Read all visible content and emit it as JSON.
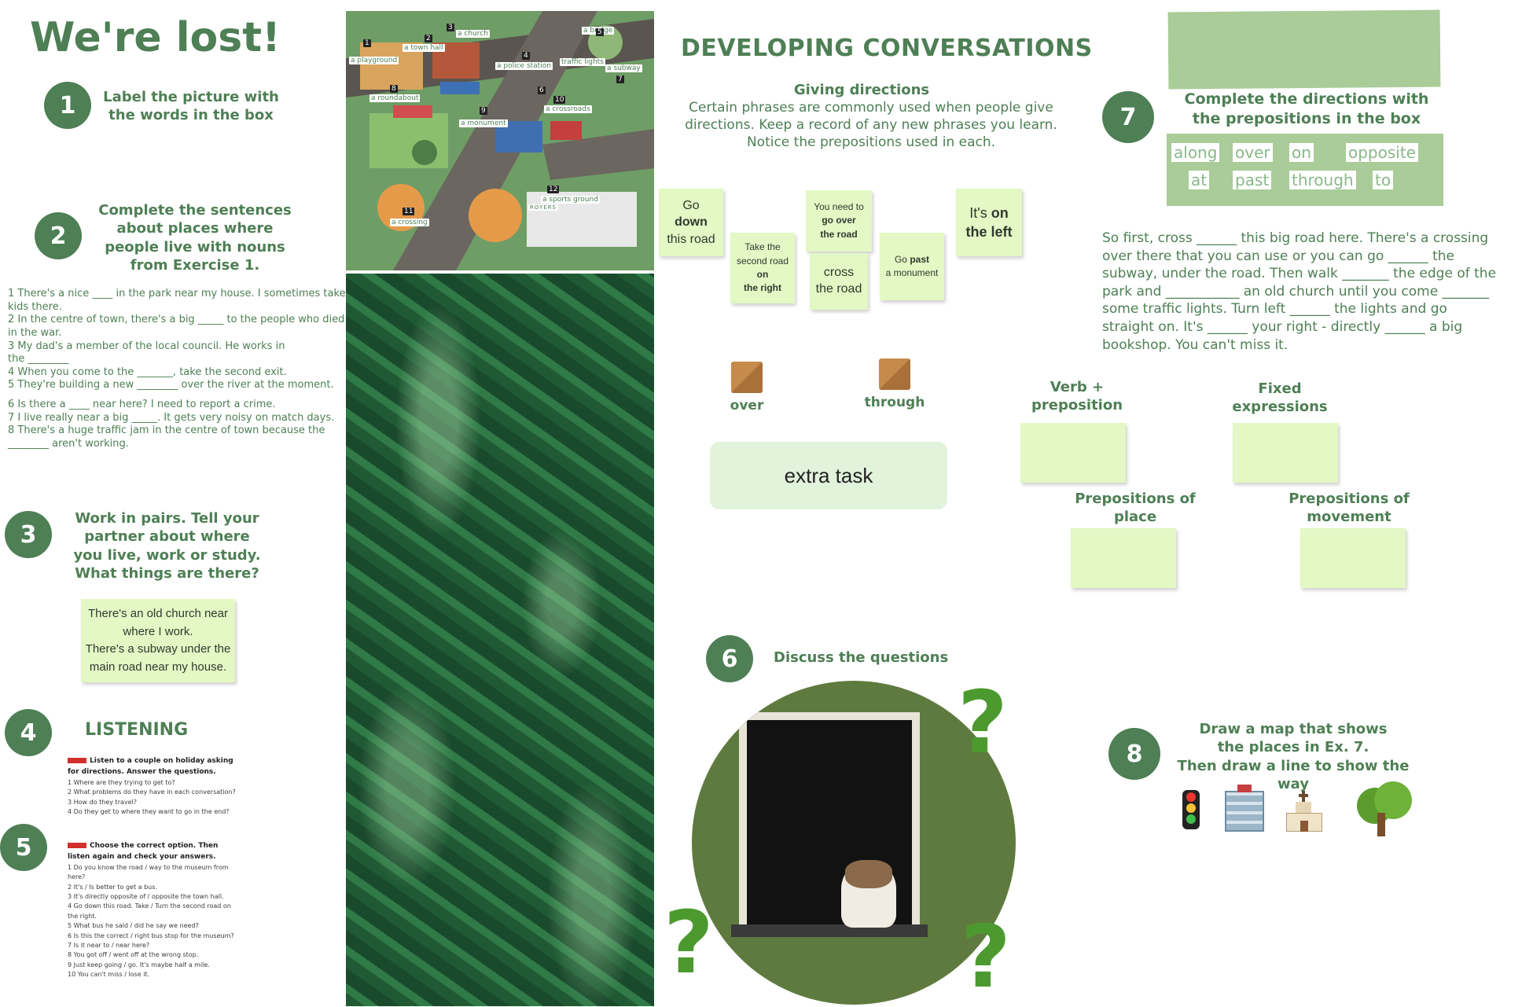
{
  "title": "We're lost!",
  "exercise1": {
    "num": "1",
    "text": "Label the picture with the words in the box"
  },
  "exercise2": {
    "num": "2",
    "text": "Complete the sentences about places where people live with nouns from Exercise 1.",
    "sentences": [
      "1 There's a nice ____ in the park near my house. I sometimes take kids there.",
      "2 In the centre of town, there's a big _____ to the people who died in the war.",
      "3 My dad's a member of the local council. He works in the ________",
      "4 When you come to the _______, take the second exit.",
      "5 They're building a new ________ over the river at the moment.",
      "6 Is there a ____ near here? I need to report a crime.",
      "7 I live really near a big _____. It gets very noisy on match days.",
      "8 There's a huge traffic jam in the centre of town because the ________ aren't working."
    ]
  },
  "exercise3": {
    "num": "3",
    "text": "Work in pairs. Tell your partner about where you live, work or study. What things are there?",
    "note_lines": [
      "There's an old church near where I work.",
      "There's a subway under the main road near my house."
    ]
  },
  "exercise4": {
    "num": "4",
    "text": "LISTENING"
  },
  "listening1": {
    "lead": "Listen to a couple on holiday asking for directions. Answer the questions.",
    "items": [
      "1  Where are they trying to get to?",
      "2  What problems do they have in each conversation?",
      "3  How do they travel?",
      "4  Do they get to where they want to go in the end?"
    ]
  },
  "exercise5": {
    "num": "5"
  },
  "listening2": {
    "lead": "Choose the correct option. Then listen again and check your answers.",
    "items": [
      "1  Do you know the road / way to the museum from here?",
      "2  It's / Is better to get a bus.",
      "3  It's directly opposite of / opposite the town hall.",
      "4  Go down this road. Take / Turn the second road on the right.",
      "5  What bus he said / did he say we need?",
      "6  Is this the correct / right bus stop for the museum?",
      "7  Is it near to / near here?",
      "8  You got off / went off at the wrong stop.",
      "9  Just keep going / go. It's maybe half a mile.",
      "10 You can't miss / lose it."
    ]
  },
  "map_labels": [
    "a church",
    "a bridge",
    "a town hall",
    "a playground",
    "a police station",
    "traffic lights",
    "a subway",
    "a roundabout",
    "a monument",
    "a crossroads",
    "a sports ground",
    "a crossing",
    "ROYERS"
  ],
  "map_numbers": [
    "1",
    "2",
    "3",
    "4",
    "5",
    "6",
    "7",
    "8",
    "9",
    "10",
    "11",
    "12"
  ],
  "developing": {
    "title": "DEVELOPING CONVERSATIONS",
    "subtitle": "Giving directions",
    "body": "Certain phrases are commonly used when people give directions. Keep a record of any new phrases you learn. Notice the prepositions used in each."
  },
  "notes": {
    "go_down": {
      "a": "Go",
      "b": "down",
      "c": "this road"
    },
    "take_second": {
      "a": "Take the second road",
      "b": "on",
      "c": "the right"
    },
    "go_over": {
      "a": "You need to",
      "b": "go over",
      "c": "the road"
    },
    "cross": {
      "a": "cross",
      "b": "the road"
    },
    "go_past": {
      "a": "Go",
      "b": "past",
      "c": "a monument"
    },
    "on_left": {
      "a": "It's",
      "b": "on",
      "c": "the left"
    }
  },
  "boxes": {
    "over": "over",
    "through": "through"
  },
  "extra_task": "extra task",
  "exercise6": {
    "num": "6",
    "text": "Discuss the questions"
  },
  "exercise7": {
    "num": "7",
    "text": "Complete the directions with the prepositions in the box",
    "words": [
      "along",
      "over",
      "on",
      "opposite",
      "at",
      "past",
      "through",
      "to"
    ],
    "paragraph": "So first, cross ______ this big road here. There's a crossing over there that you can use or you can go ______ the subway, under the road. Then walk _______ the edge of the park and ___________ an old church until you come _______ some traffic lights. Turn left ______ the lights and go straight on. It's ______ your right - directly ______ a big bookshop. You can't miss it."
  },
  "categories": {
    "verb_prep": "Verb + preposition",
    "fixed": "Fixed expressions",
    "place": "Prepositions of place",
    "movement": "Prepositions of movement"
  },
  "exercise8": {
    "num": "8",
    "line1": "Draw a map that shows the places in Ex. 7.",
    "line2": "Then draw a line to show the way",
    "icons": [
      "traffic-light-icon",
      "office-building-icon",
      "church-icon",
      "tree-icon"
    ]
  },
  "colors": {
    "accent": "#4e7f55",
    "sticky": "#e3f8c4",
    "extra_bg": "#e2f3dc"
  }
}
